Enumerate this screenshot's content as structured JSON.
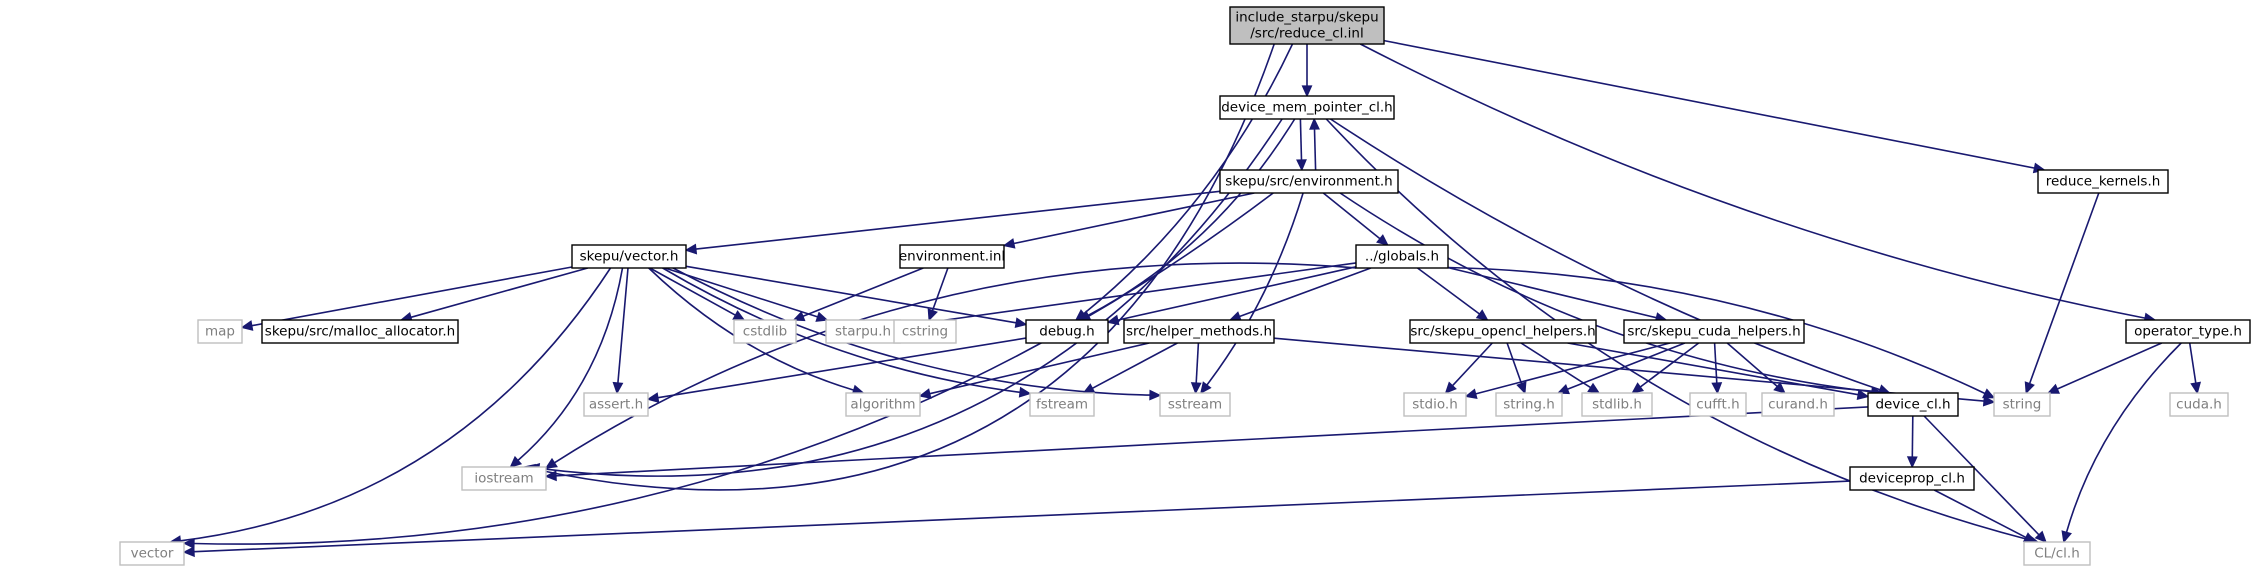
{
  "colors": {
    "edge": "#191970",
    "root_fill": "#bfbfbf",
    "node_border": "#000000",
    "external_border": "#bfbfbf",
    "external_text": "#7f7f7f",
    "text": "#000000"
  },
  "nodes": {
    "root": {
      "lines": [
        "include_starpu/skepu",
        "/src/reduce_cl.inl"
      ],
      "kind": "root"
    },
    "device_mem_pointer_cl_h": {
      "lines": [
        "device_mem_pointer_cl.h"
      ],
      "kind": "header"
    },
    "reduce_kernels_h": {
      "lines": [
        "reduce_kernels.h"
      ],
      "kind": "header"
    },
    "environment_h": {
      "lines": [
        "skepu/src/environment.h"
      ],
      "kind": "header"
    },
    "operator_type_h": {
      "lines": [
        "operator_type.h"
      ],
      "kind": "header"
    },
    "vector_h": {
      "lines": [
        "skepu/vector.h"
      ],
      "kind": "header"
    },
    "environment_inl": {
      "lines": [
        "environment.inl"
      ],
      "kind": "header"
    },
    "globals_h": {
      "lines": [
        "../globals.h"
      ],
      "kind": "header"
    },
    "map": {
      "lines": [
        "map"
      ],
      "kind": "external"
    },
    "malloc_allocator_h": {
      "lines": [
        "skepu/src/malloc_allocator.h"
      ],
      "kind": "header"
    },
    "cstdlib": {
      "lines": [
        "cstdlib"
      ],
      "kind": "external"
    },
    "starpu_h": {
      "lines": [
        "starpu.h"
      ],
      "kind": "external"
    },
    "cstring": {
      "lines": [
        "cstring"
      ],
      "kind": "external"
    },
    "debug_h": {
      "lines": [
        "debug.h"
      ],
      "kind": "header"
    },
    "helper_methods_h": {
      "lines": [
        "src/helper_methods.h"
      ],
      "kind": "header"
    },
    "opencl_helpers_h": {
      "lines": [
        "src/skepu_opencl_helpers.h"
      ],
      "kind": "header"
    },
    "cuda_helpers_h": {
      "lines": [
        "src/skepu_cuda_helpers.h"
      ],
      "kind": "header"
    },
    "assert_h": {
      "lines": [
        "assert.h"
      ],
      "kind": "external"
    },
    "algorithm": {
      "lines": [
        "algorithm"
      ],
      "kind": "external"
    },
    "fstream": {
      "lines": [
        "fstream"
      ],
      "kind": "external"
    },
    "sstream": {
      "lines": [
        "sstream"
      ],
      "kind": "external"
    },
    "stdio_h": {
      "lines": [
        "stdio.h"
      ],
      "kind": "external"
    },
    "string_h": {
      "lines": [
        "string.h"
      ],
      "kind": "external"
    },
    "stdlib_h": {
      "lines": [
        "stdlib.h"
      ],
      "kind": "external"
    },
    "cufft_h": {
      "lines": [
        "cufft.h"
      ],
      "kind": "external"
    },
    "curand_h": {
      "lines": [
        "curand.h"
      ],
      "kind": "external"
    },
    "device_cl_h": {
      "lines": [
        "device_cl.h"
      ],
      "kind": "header"
    },
    "string": {
      "lines": [
        "string"
      ],
      "kind": "external"
    },
    "cuda_h": {
      "lines": [
        "cuda.h"
      ],
      "kind": "external"
    },
    "iostream": {
      "lines": [
        "iostream"
      ],
      "kind": "external"
    },
    "deviceprop_cl_h": {
      "lines": [
        "deviceprop_cl.h"
      ],
      "kind": "header"
    },
    "vector": {
      "lines": [
        "vector"
      ],
      "kind": "external"
    },
    "cl_cl_h": {
      "lines": [
        "CL/cl.h"
      ],
      "kind": "external"
    }
  },
  "edges": [
    [
      "root",
      "device_mem_pointer_cl_h"
    ],
    [
      "root",
      "reduce_kernels_h"
    ],
    [
      "root",
      "operator_type_h"
    ],
    [
      "root",
      "debug_h"
    ],
    [
      "root",
      "iostream"
    ],
    [
      "device_mem_pointer_cl_h",
      "environment_h"
    ],
    [
      "environment_h",
      "device_mem_pointer_cl_h"
    ],
    [
      "device_mem_pointer_cl_h",
      "debug_h"
    ],
    [
      "device_mem_pointer_cl_h",
      "device_cl_h"
    ],
    [
      "device_mem_pointer_cl_h",
      "iostream"
    ],
    [
      "device_mem_pointer_cl_h",
      "cl_cl_h"
    ],
    [
      "reduce_kernels_h",
      "string"
    ],
    [
      "operator_type_h",
      "string"
    ],
    [
      "operator_type_h",
      "cuda_h"
    ],
    [
      "operator_type_h",
      "cl_cl_h"
    ],
    [
      "environment_h",
      "vector_h"
    ],
    [
      "environment_h",
      "environment_inl"
    ],
    [
      "environment_h",
      "globals_h"
    ],
    [
      "environment_h",
      "vector"
    ],
    [
      "environment_h",
      "sstream"
    ],
    [
      "environment_h",
      "device_cl_h"
    ],
    [
      "vector_h",
      "map"
    ],
    [
      "vector_h",
      "malloc_allocator_h"
    ],
    [
      "vector_h",
      "cstdlib"
    ],
    [
      "vector_h",
      "starpu_h"
    ],
    [
      "vector_h",
      "debug_h"
    ],
    [
      "vector_h",
      "assert_h"
    ],
    [
      "vector_h",
      "algorithm"
    ],
    [
      "vector_h",
      "fstream"
    ],
    [
      "vector_h",
      "sstream"
    ],
    [
      "vector_h",
      "iostream"
    ],
    [
      "vector_h",
      "vector"
    ],
    [
      "environment_inl",
      "cstdlib"
    ],
    [
      "environment_inl",
      "cstring"
    ],
    [
      "globals_h",
      "starpu_h"
    ],
    [
      "globals_h",
      "debug_h"
    ],
    [
      "globals_h",
      "helper_methods_h"
    ],
    [
      "globals_h",
      "opencl_helpers_h"
    ],
    [
      "globals_h",
      "cuda_helpers_h"
    ],
    [
      "globals_h",
      "string"
    ],
    [
      "globals_h",
      "iostream"
    ],
    [
      "debug_h",
      "assert_h"
    ],
    [
      "helper_methods_h",
      "algorithm"
    ],
    [
      "helper_methods_h",
      "fstream"
    ],
    [
      "helper_methods_h",
      "sstream"
    ],
    [
      "helper_methods_h",
      "string"
    ],
    [
      "opencl_helpers_h",
      "stdio_h"
    ],
    [
      "opencl_helpers_h",
      "string_h"
    ],
    [
      "opencl_helpers_h",
      "stdlib_h"
    ],
    [
      "opencl_helpers_h",
      "device_cl_h"
    ],
    [
      "cuda_helpers_h",
      "stdio_h"
    ],
    [
      "cuda_helpers_h",
      "string_h"
    ],
    [
      "cuda_helpers_h",
      "stdlib_h"
    ],
    [
      "cuda_helpers_h",
      "cufft_h"
    ],
    [
      "cuda_helpers_h",
      "curand_h"
    ],
    [
      "device_cl_h",
      "iostream"
    ],
    [
      "device_cl_h",
      "deviceprop_cl_h"
    ],
    [
      "device_cl_h",
      "cl_cl_h"
    ],
    [
      "deviceprop_cl_h",
      "vector"
    ],
    [
      "deviceprop_cl_h",
      "cl_cl_h"
    ]
  ]
}
